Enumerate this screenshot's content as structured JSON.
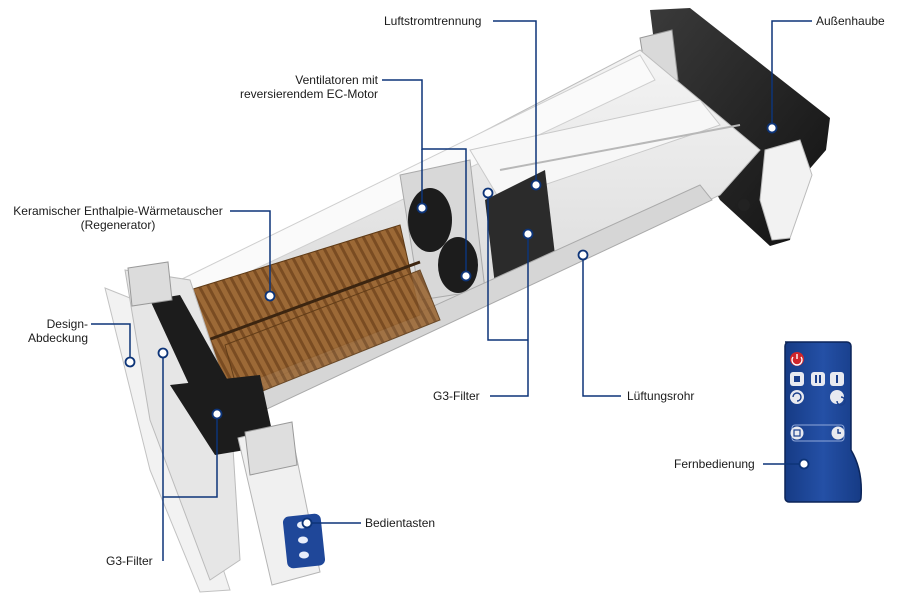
{
  "labels": {
    "luftstromtrennung": "Luftstromtrennung",
    "aussenhaube": "Außenhaube",
    "ventilatoren_line1": "Ventilatoren mit",
    "ventilatoren_line2": "reversierendem EC-Motor",
    "keramik_line1": "Keramischer Enthalpie-Wärmetauscher",
    "keramik_line2": "(Regenerator)",
    "design_line1": "Design-",
    "design_line2": "Abdeckung",
    "g3_filter_right": "G3-Filter",
    "lueftungsrohr": "Lüftungsrohr",
    "fernbedienung": "Fernbedienung",
    "bedientasten": "Bedientasten",
    "g3_filter_left": "G3-Filter"
  },
  "colors": {
    "leader": "#0d3478",
    "remote_body": "#1a3f8c",
    "remote_button": "#e8eaf0",
    "power_button": "#d0262b",
    "regenerator": "#8b5a2b",
    "housing": "#e9e9e9",
    "hood": "#1e1e1e"
  },
  "remote": {
    "icons": [
      "power-icon",
      "stop-icon",
      "pause-icon",
      "info-icon",
      "cycle-left-icon",
      "cycle-right-icon",
      "night-mode-icon",
      "timer-icon"
    ]
  }
}
